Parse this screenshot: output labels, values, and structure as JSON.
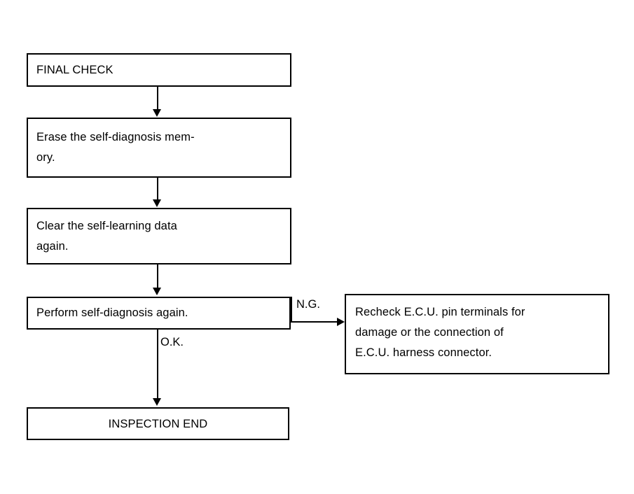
{
  "diagram": {
    "title": "FINAL CHECK flowchart",
    "background_color": "#ffffff",
    "line_color": "#000000",
    "nodes": [
      {
        "id": "final-check",
        "text": "FINAL CHECK",
        "align": "left"
      },
      {
        "id": "erase-memory",
        "text": "Erase the self-diagnosis mem-\nory.",
        "align": "left"
      },
      {
        "id": "clear-learning",
        "text": "Clear the self-learning data\nagain.",
        "align": "left"
      },
      {
        "id": "perform-diag",
        "text": "Perform self-diagnosis again.",
        "align": "left"
      },
      {
        "id": "inspection-end",
        "text": "INSPECTION END",
        "align": "center"
      },
      {
        "id": "recheck-ecu",
        "text": "Recheck E.C.U. pin terminals for\ndamage or the connection of\nE.C.U. harness connector.",
        "align": "left"
      }
    ],
    "branch_labels": {
      "ok": "O.K.",
      "ng": "N.G."
    },
    "connectors": [
      {
        "id": "conn1",
        "from": "final-check",
        "to": "erase-memory",
        "direction": "down"
      },
      {
        "id": "conn2",
        "from": "erase-memory",
        "to": "clear-learning",
        "direction": "down"
      },
      {
        "id": "conn3",
        "from": "clear-learning",
        "to": "perform-diag",
        "direction": "down"
      },
      {
        "id": "conn4",
        "from": "perform-diag",
        "to": "inspection-end",
        "direction": "down",
        "label": "O.K."
      },
      {
        "id": "conn5",
        "from": "perform-diag",
        "to": "recheck-ecu",
        "direction": "right",
        "label": "N.G."
      }
    ]
  }
}
